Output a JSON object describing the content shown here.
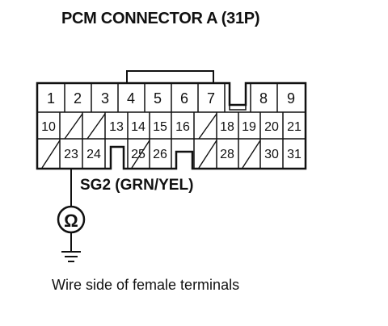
{
  "title": "PCM CONNECTOR A (31P)",
  "signal_label": "SG2 (GRN/YEL)",
  "caption": "Wire side of female terminals",
  "meter_symbol": "Ω",
  "rows": [
    [
      "1",
      "2",
      "3",
      "4",
      "5",
      "6",
      "7",
      "",
      "8",
      "9"
    ],
    [
      "10",
      "",
      "",
      "13",
      "14",
      "15",
      "16",
      "",
      "18",
      "19",
      "20",
      "21"
    ],
    [
      "",
      "23",
      "24",
      "",
      "25",
      "26",
      "",
      "",
      "28",
      "",
      "30",
      "31"
    ]
  ],
  "probed_terminal": "23"
}
